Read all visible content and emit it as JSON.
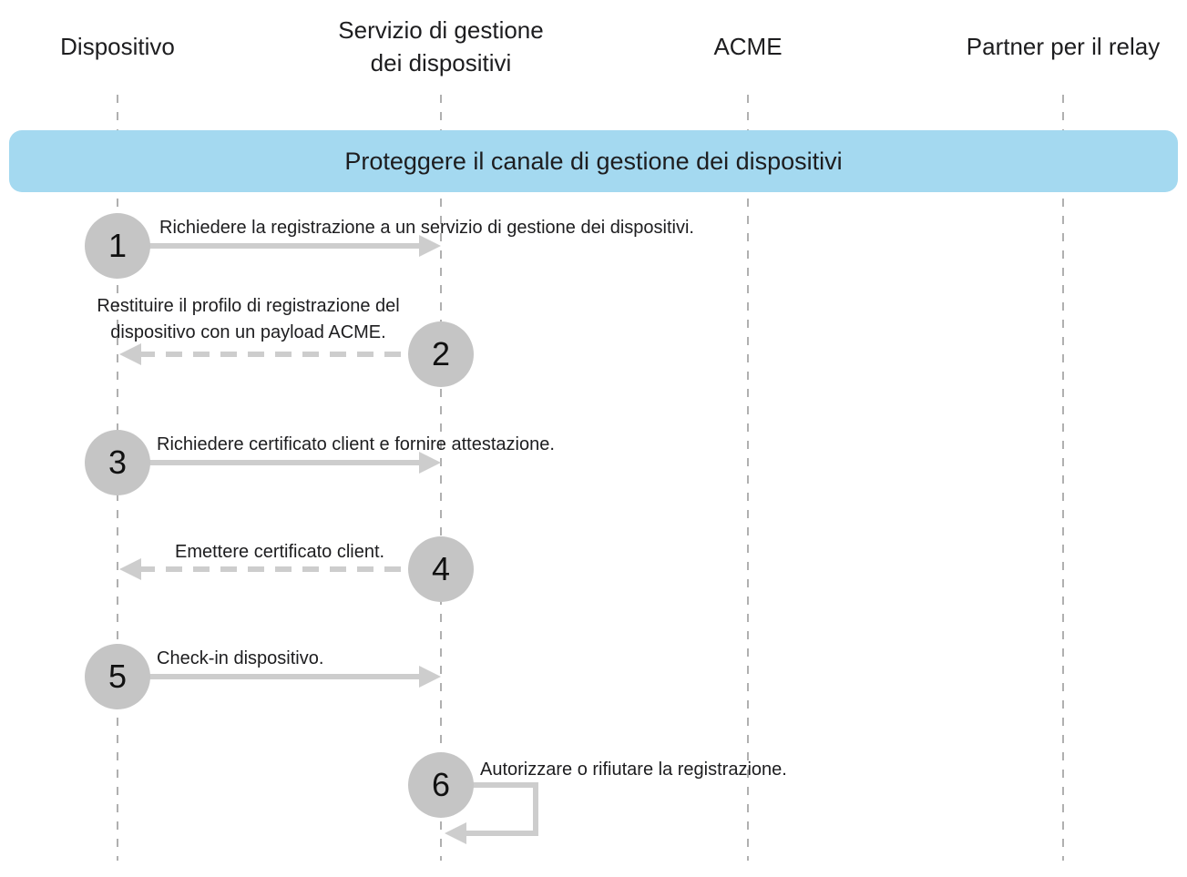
{
  "diagram": {
    "type": "sequence-diagram",
    "banner": {
      "label": "Proteggere il canale di gestione dei dispositivi"
    },
    "actors": [
      {
        "id": "dispositivo",
        "label": "Dispositivo"
      },
      {
        "id": "servizio-gestione",
        "label": "Servizio di gestione dei dispositivi"
      },
      {
        "id": "acme",
        "label": "ACME"
      },
      {
        "id": "partner-relay",
        "label": "Partner per il relay"
      }
    ],
    "steps": [
      {
        "number": "1",
        "label": "Richiedere la registrazione a un servizio di gestione dei dispositivi.",
        "from": "dispositivo",
        "to": "servizio-gestione",
        "style": "solid"
      },
      {
        "number": "2",
        "label": "Restituire il profilo di registrazione del dispositivo con un payload ACME.",
        "label_lines": [
          "Restituire il profilo di registrazione del",
          "dispositivo con un payload ACME."
        ],
        "from": "servizio-gestione",
        "to": "dispositivo",
        "style": "dashed"
      },
      {
        "number": "3",
        "label": "Richiedere certificato client e fornire attestazione.",
        "from": "dispositivo",
        "to": "servizio-gestione",
        "style": "solid"
      },
      {
        "number": "4",
        "label": "Emettere certificato client.",
        "from": "servizio-gestione",
        "to": "dispositivo",
        "style": "dashed"
      },
      {
        "number": "5",
        "label": "Check-in dispositivo.",
        "from": "dispositivo",
        "to": "servizio-gestione",
        "style": "solid"
      },
      {
        "number": "6",
        "label": "Autorizzare o rifiutare la registrazione.",
        "from": "servizio-gestione",
        "to": "servizio-gestione",
        "style": "self-loop"
      }
    ],
    "colors": {
      "banner_bg": "#a4d9f0",
      "circle_fill": "#c5c5c5",
      "arrow": "#cdcdcd",
      "lifeline": "#b0b0b0",
      "text": "#1d1d1f"
    }
  }
}
